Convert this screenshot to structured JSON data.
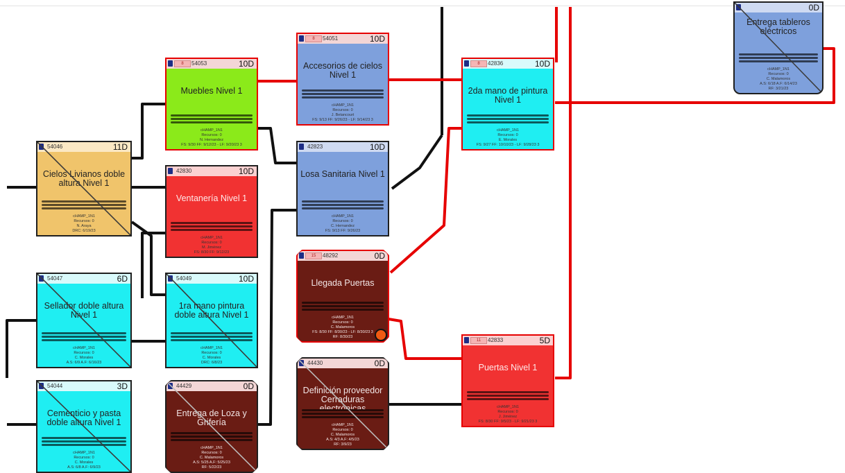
{
  "tasks": [
    {
      "id": "t_entrega_tableros",
      "code": "",
      "duration": "0D",
      "title": "Entrega tableros eléctricos",
      "meta": [
        "cHAMP_1N1",
        "Recursos: 0",
        "C. Malamoros",
        "A.S: 6/18 A.F: 6/14/23",
        "RF: 3/21/23"
      ],
      "color": "#7ea0dc",
      "header": "#cfdaf2"
    },
    {
      "id": "t_accesorios",
      "code": "54051",
      "duration": "10D",
      "title": "Accesorios de cielos Nivel 1",
      "meta": [
        "cHAMP_1N1",
        "Recursos: 0",
        "J. Betancourt",
        "FS: 9/13 FF: 9/26/23 - LF: 9/14/23 3"
      ],
      "color": "#7ea0dc",
      "header": "#f3d6d6"
    },
    {
      "id": "t_muebles",
      "code": "54053",
      "duration": "10D",
      "title": "Muebles Nivel 1",
      "meta": [
        "cHAMP_1N1",
        "Recursos: 0",
        "N. Hernandez",
        "FS: 9/30 FF: 9/12/23 - LF: 9/20/23 3"
      ],
      "color": "#8bea1a",
      "header": "#f3d6d6"
    },
    {
      "id": "t_2da_mano",
      "code": "42836",
      "duration": "10D",
      "title": "2da mano de pintura Nivel 1",
      "meta": [
        "cHAMP_1N1",
        "Recursos: 0",
        "E. Morales",
        "FS: 9/27 FF: 10/10/23 - LF: 9/28/23 3"
      ],
      "color": "#1feef2",
      "header": "#d9fafb"
    },
    {
      "id": "t_cielos",
      "code": "54046",
      "duration": "11D",
      "title": "Cielos Livianos doble altura Nivel 1",
      "meta": [
        "cHAMP_1N1",
        "Recursos: 0",
        "N. Araya",
        "DRC: 6/19/23"
      ],
      "color": "#f0c46b",
      "header": "#fbe8c4"
    },
    {
      "id": "t_ventaneria",
      "code": "42830",
      "duration": "10D",
      "title": "Ventanería Nivel 1",
      "meta": [
        "cHAMP_1N1",
        "Recursos: 0",
        "M. Jiménez",
        "FS: 8/30 FF: 9/12/23"
      ],
      "color": "#f13232",
      "header": "#fbd1d1"
    },
    {
      "id": "t_losa",
      "code": "42823",
      "duration": "10D",
      "title": "Losa Sanitaria Nivel 1",
      "meta": [
        "cHAMP_1N1",
        "Recursos: 0",
        "C. Hernandez",
        "FS: 9/13 FF: 9/26/23"
      ],
      "color": "#7ea0dc",
      "header": "#cfdaf2"
    },
    {
      "id": "t_llegada",
      "code": "48292",
      "duration": "0D",
      "title": "Llegada Puertas",
      "meta": [
        "cHAMP_1N1",
        "Recursos: 0",
        "C. Malamoros",
        "FS: 8/30 FF: 8/30/23 - LF: 8/30/23 3",
        "RF: 8/30/23"
      ],
      "color": "#6a1c14",
      "header": "#f3d6d6"
    },
    {
      "id": "t_sellador",
      "code": "54047",
      "duration": "6D",
      "title": "Sellador doble altura Nivel 1",
      "meta": [
        "cHAMP_1N1",
        "Recursos: 0",
        "C. Morales",
        "A.S: 6/9 A.F: 6/16/23"
      ],
      "color": "#1feef2",
      "header": "#d9fafb"
    },
    {
      "id": "t_1ra_mano",
      "code": "54049",
      "duration": "10D",
      "title": "1ra mano pintura doble altura Nivel 1",
      "meta": [
        "cHAMP_1N1",
        "Recursos: 0",
        "C. Morales",
        "DRC: 6/8/23"
      ],
      "color": "#1feef2",
      "header": "#d9fafb"
    },
    {
      "id": "t_definicion",
      "code": "44430",
      "duration": "0D",
      "title": "Definición proveedor Cerraduras electrónicas",
      "meta": [
        "cHAMP_1N1",
        "Recursos: 0",
        "C. Malamoros",
        "A.S: 4/3 A.F: 4/5/23",
        "RF: 3/9/23"
      ],
      "color": "#6a1c14",
      "header": "#f3d6d6"
    },
    {
      "id": "t_puertas",
      "code": "42833",
      "duration": "5D",
      "title": "Puertas Nivel 1",
      "meta": [
        "cHAMP_1N1",
        "Recursos: 0",
        "J. Jiménez",
        "FS: 8/30 FF: 9/5/23 - LF: 9/21/23 3"
      ],
      "color": "#f13232",
      "header": "#fbd1d1"
    },
    {
      "id": "t_cementicio",
      "code": "54044",
      "duration": "3D",
      "title": "Cementicio y pasta doble altura Nivel 1",
      "meta": [
        "cHAMP_1N1",
        "Recursos: 0",
        "C. Morales",
        "A.S: 6/8 A.F: 6/9/23"
      ],
      "color": "#1feef2",
      "header": "#d9fafb"
    },
    {
      "id": "t_loza",
      "code": "44429",
      "duration": "0D",
      "title": "Entrega de Loza y Grifería",
      "meta": [
        "cHAMP_1N1",
        "Recursos: 0",
        "C. Malamoros",
        "A.S: 5/25 A.F: 5/25/23",
        "RF: 5/22/23"
      ],
      "color": "#6a1c14",
      "header": "#f3d6d6"
    }
  ],
  "badges": {
    "t_accesorios": "8",
    "t_muebles": "8",
    "t_2da_mano": "8",
    "t_llegada": "15",
    "t_puertas": "11"
  }
}
